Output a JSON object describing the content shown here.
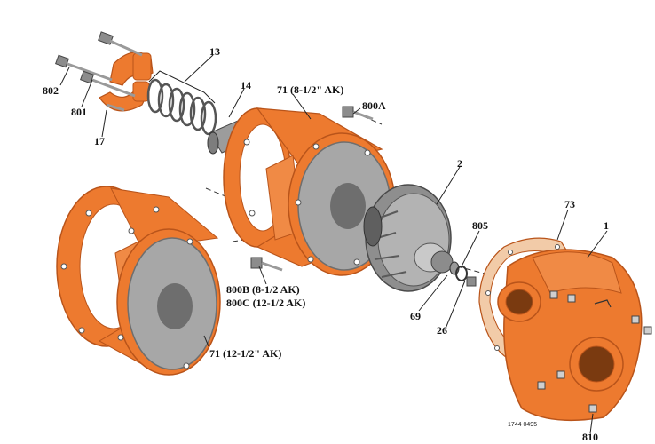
{
  "colors": {
    "orange": "#ED7A2F",
    "orange_dark": "#B9541A",
    "gray": "#A7A7A7",
    "gray_dark": "#6E6E6E",
    "gasket": "#F2CBA8"
  },
  "labels": {
    "part_802": "802",
    "part_801": "801",
    "part_17": "17",
    "part_13": "13",
    "part_14": "14",
    "part_71_small": "71 (8-1/2\" AK)",
    "part_800a": "800A",
    "part_2": "2",
    "part_805": "805",
    "part_73": "73",
    "part_1": "1",
    "part_800b": "800B (8-1/2 AK)",
    "part_800c": "800C (12-1/2 AK)",
    "part_71_large": "71 (12-1/2\" AK)",
    "part_69": "69",
    "part_26": "26",
    "part_810": "810",
    "drawing_number": "1744 0495"
  },
  "icons": {
    "pump_casing": "pump-casing-icon",
    "impeller": "impeller-icon",
    "adapter_small": "motor-adapter-icon",
    "adapter_large": "motor-adapter-icon",
    "seal_spring": "spring-icon",
    "shaft_sleeve": "shaft-sleeve-icon",
    "clamp_halves": "shaft-clamp-icon",
    "gasket": "gasket-icon",
    "bolts": "bolt-icon"
  }
}
